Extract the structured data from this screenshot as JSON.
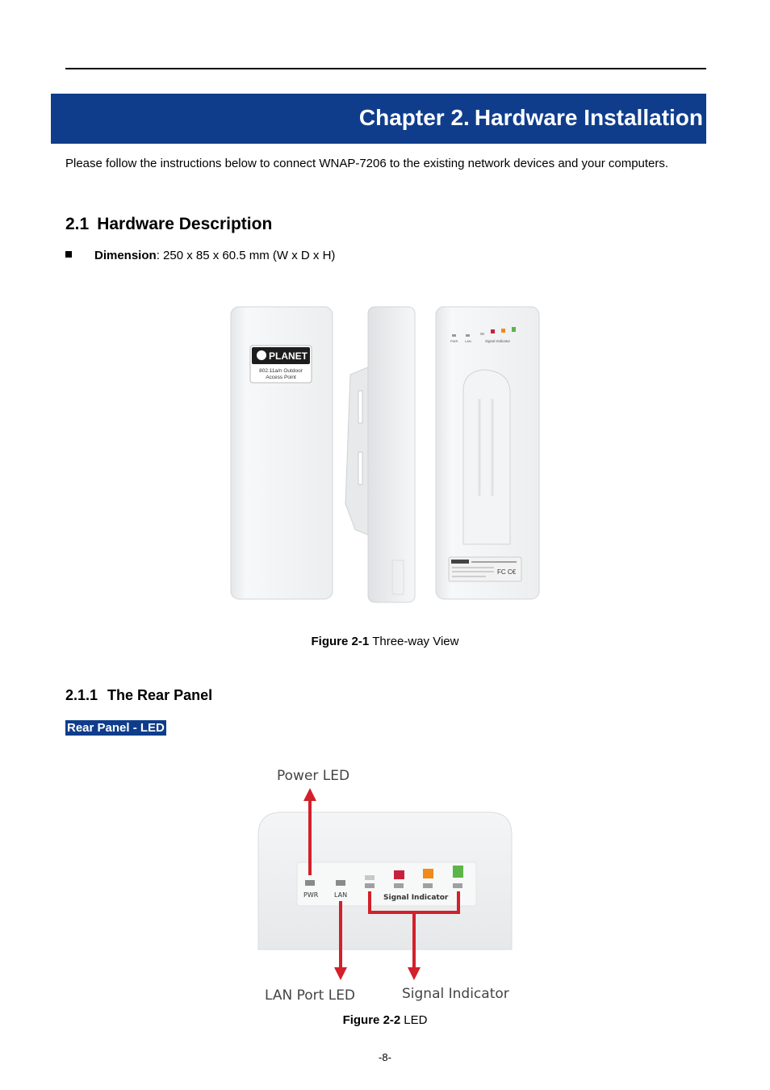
{
  "chapter": {
    "number": "Chapter 2.",
    "title": "Hardware Installation"
  },
  "intro": "Please follow the instructions below to connect WNAP-7206 to the existing network devices and your computers.",
  "section": {
    "number": "2.1",
    "title": "Hardware Description"
  },
  "dimension": {
    "label": "Dimension",
    "value": ": 250 x 85 x 60.5 mm (W x D x H)"
  },
  "device_figure": {
    "brand": "PLANET",
    "front_label_line1": "802.11a/n Outdoor",
    "front_label_line2": "Access Point",
    "back_led_pwr": "PWR",
    "back_led_lan": "LAN",
    "back_signal": "Signal Indicator"
  },
  "figure1": {
    "label": "Figure 2-1",
    "text": "Three-way View"
  },
  "subsection": {
    "number": "2.1.1",
    "title": "The Rear Panel"
  },
  "rear_panel_tag": "Rear Panel - LED",
  "led_figure": {
    "power_led": "Power LED",
    "pwr": "PWR",
    "lan": "LAN",
    "signal_indicator_small": "Signal Indicator",
    "lan_port_led": "LAN Port LED",
    "signal_indicator": "Signal Indicator"
  },
  "figure2": {
    "label": "Figure 2-2",
    "text": "LED"
  },
  "page_number": "-8-",
  "colors": {
    "accent": "#0f3d8c",
    "arrow": "#d3202a",
    "led_red": "#c8203a",
    "led_orange": "#f08a1a",
    "led_green": "#5cb548"
  }
}
